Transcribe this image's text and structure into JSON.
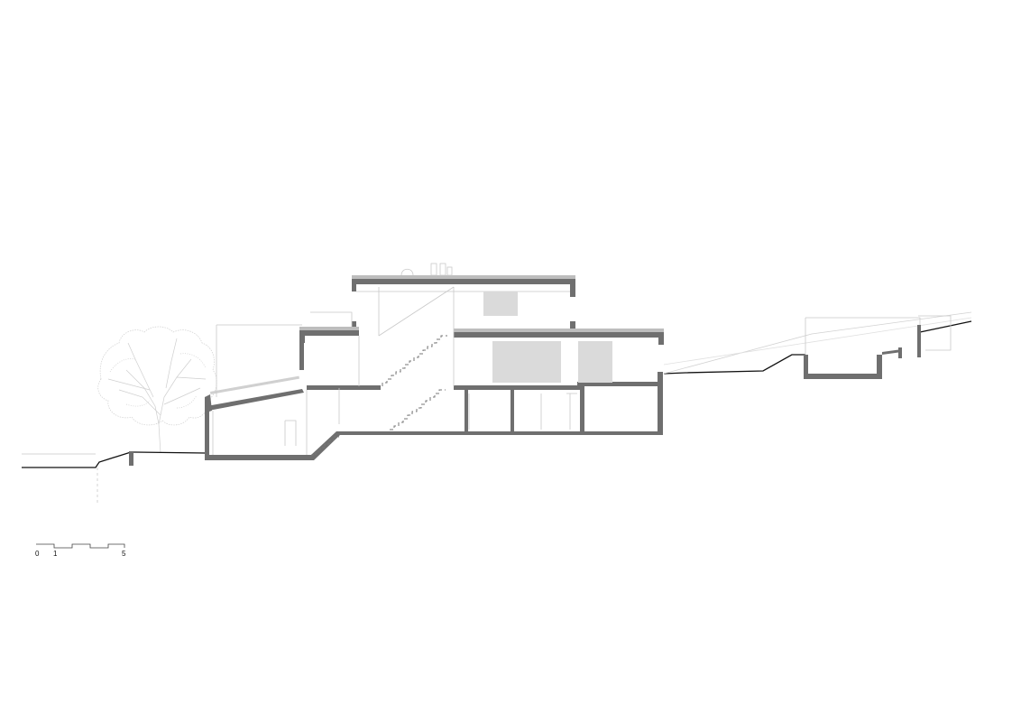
{
  "drawing": {
    "type": "architectural-section",
    "colors": {
      "cut": "#6f6f6f",
      "projection": "#c9c9c9",
      "ground": "#111111",
      "glazing_panel": "#dadada",
      "background": "#ffffff"
    }
  },
  "scale_bar": {
    "labels": [
      "0",
      "1",
      "5"
    ]
  }
}
